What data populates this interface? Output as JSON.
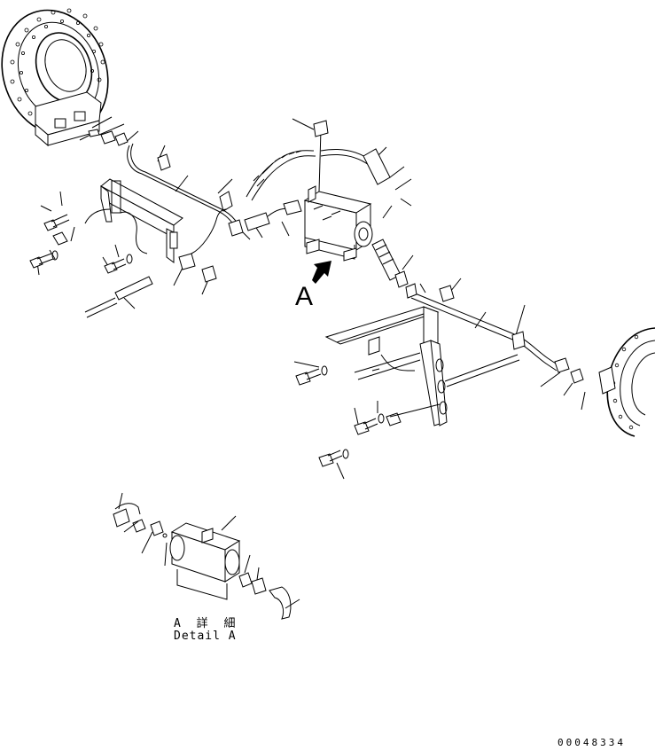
{
  "view_marker": "A",
  "detail_label": {
    "japanese": "A 詳 細",
    "english": "Detail A"
  },
  "document_number": "00048334",
  "colors": {
    "line": "#000000",
    "background": "#ffffff"
  }
}
